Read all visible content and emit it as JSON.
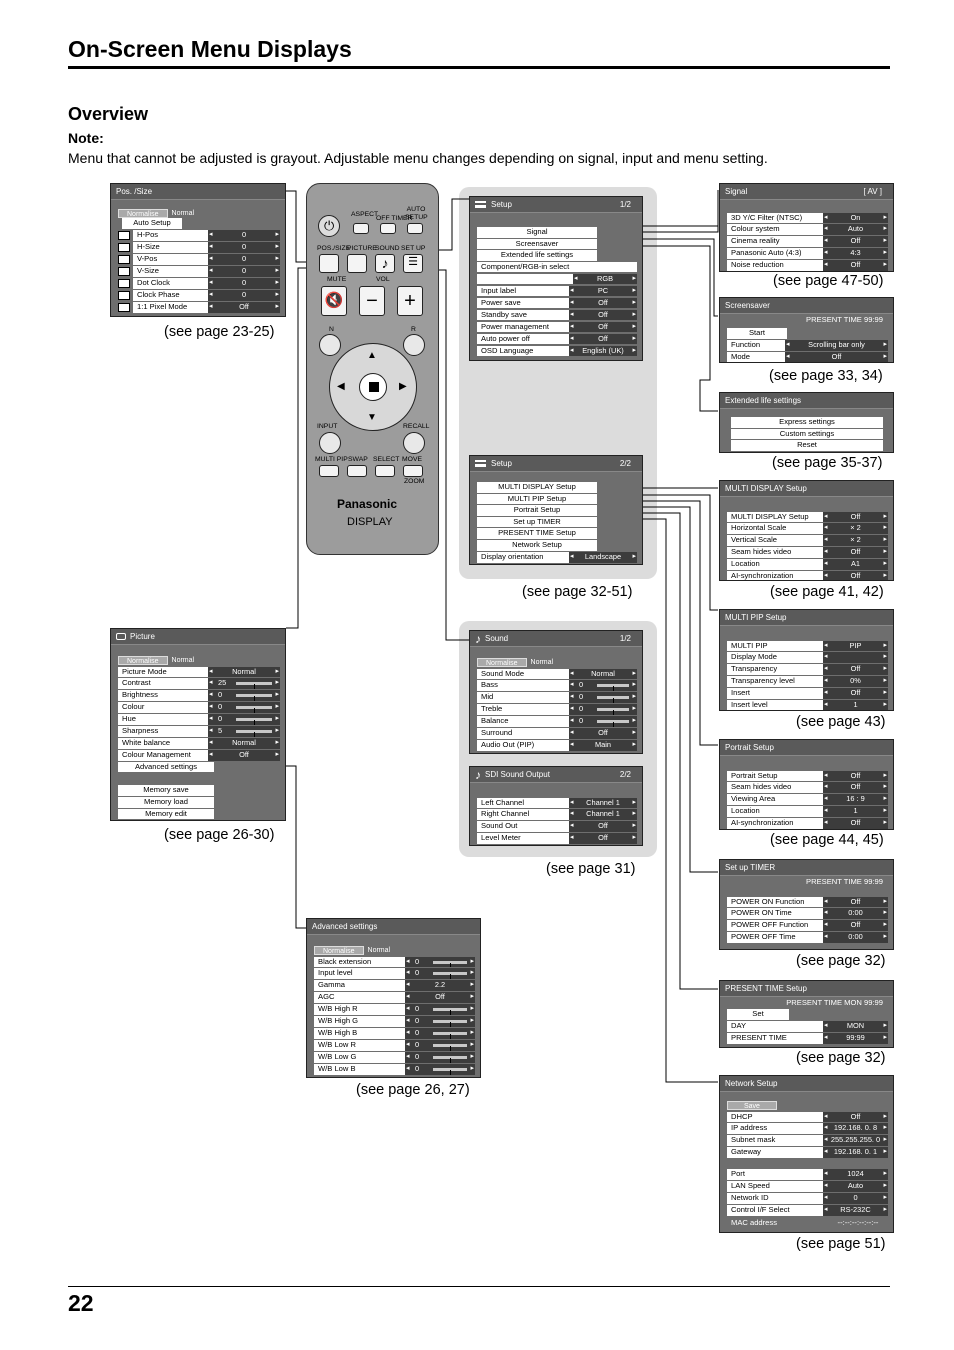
{
  "header": {
    "title": "On-Screen Menu Displays",
    "section": "Overview",
    "note_label": "Note:",
    "note_text": "Menu that cannot be adjusted is grayout. Adjustable menu changes depending on signal, input and menu setting.",
    "page_number": "22"
  },
  "refs": {
    "pos": "(see page 23-25)",
    "picture": "(see page 26-30)",
    "advanced": "(see page 26, 27)",
    "setup": "(see page 32-51)",
    "sound": "(see page 31)",
    "signal": "(see page 47-50)",
    "screensaver": "(see page 33, 34)",
    "extended": "(see page 35-37)",
    "multidisplay": "(see page 41, 42)",
    "multipip": "(see page 43)",
    "portrait": "(see page 44, 45)",
    "timer": "(see page 32)",
    "present": "(see page 32)",
    "network": "(see page 51)"
  },
  "remote": {
    "mute": "MUTE",
    "vol": "VOL",
    "aspect": "ASPECT",
    "offtimer": "OFF TIMER",
    "auto_setup": "AUTO SETUP",
    "possize": "POS./SIZE",
    "picture": "PICTURE",
    "sound": "SOUND",
    "setup": "SET UP",
    "n": "N",
    "r": "R",
    "input": "INPUT",
    "recall": "RECALL",
    "multipip": "MULTI PIP",
    "swap": "SWAP",
    "select": "SELECT",
    "move": "MOVE",
    "zoom": "ZOOM",
    "brand": "Panasonic",
    "display": "DISPLAY",
    "minus": "−",
    "plus": "+"
  },
  "pos": {
    "title": "Pos. /Size",
    "normalise": "Normalise",
    "normal": "Normal",
    "auto_setup": "Auto Setup",
    "rows": [
      {
        "label": "H-Pos",
        "value": "0",
        "icon": "h-pos-icon"
      },
      {
        "label": "H-Size",
        "value": "0",
        "icon": "h-size-icon"
      },
      {
        "label": "V-Pos",
        "value": "0",
        "icon": "v-pos-icon"
      },
      {
        "label": "V-Size",
        "value": "0",
        "icon": "v-size-icon"
      },
      {
        "label": "Dot Clock",
        "value": "0",
        "icon": "dot-clock-icon"
      },
      {
        "label": "Clock Phase",
        "value": "0",
        "icon": "clock-phase-icon"
      },
      {
        "label": "1:1 Pixel Mode",
        "value": "Off",
        "icon": "pixel-mode-icon"
      }
    ]
  },
  "picture": {
    "title": "Picture",
    "normalise": "Normalise",
    "normal": "Normal",
    "rows": [
      {
        "label": "Picture Mode",
        "value": "Normal",
        "bar": false
      },
      {
        "label": "Contrast",
        "value": "25",
        "bar": true
      },
      {
        "label": "Brightness",
        "value": "0",
        "bar": true
      },
      {
        "label": "Colour",
        "value": "0",
        "bar": true
      },
      {
        "label": "Hue",
        "value": "0",
        "bar": true
      },
      {
        "label": "Sharpness",
        "value": "5",
        "bar": true
      },
      {
        "label": "White balance",
        "value": "Normal",
        "bar": false
      },
      {
        "label": "Colour Management",
        "value": "Off",
        "bar": false
      }
    ],
    "advanced": "Advanced settings",
    "mem": [
      "Memory save",
      "Memory load",
      "Memory edit"
    ]
  },
  "advanced": {
    "title": "Advanced settings",
    "normalise": "Normalise",
    "normal": "Normal",
    "rows": [
      {
        "label": "Black extension",
        "value": "0",
        "bar": true
      },
      {
        "label": "Input level",
        "value": "0",
        "bar": true
      },
      {
        "label": "Gamma",
        "value": "2.2",
        "bar": false
      },
      {
        "label": "AGC",
        "value": "Off",
        "bar": false
      },
      {
        "label": "W/B High R",
        "value": "0",
        "bar": true
      },
      {
        "label": "W/B High G",
        "value": "0",
        "bar": true
      },
      {
        "label": "W/B High B",
        "value": "0",
        "bar": true
      },
      {
        "label": "W/B Low R",
        "value": "0",
        "bar": true
      },
      {
        "label": "W/B Low G",
        "value": "0",
        "bar": true
      },
      {
        "label": "W/B Low B",
        "value": "0",
        "bar": true
      }
    ]
  },
  "setup1": {
    "title": "Setup",
    "page": "1/2",
    "buttons": [
      "Signal",
      "Screensaver",
      "Extended life settings"
    ],
    "comp_label": "Component/RGB-in select",
    "comp_value": "RGB",
    "rows": [
      {
        "label": "Input label",
        "value": "PC"
      },
      {
        "label": "Power save",
        "value": "Off"
      },
      {
        "label": "Standby save",
        "value": "Off"
      },
      {
        "label": "Power management",
        "value": "Off"
      },
      {
        "label": "Auto power off",
        "value": "Off"
      },
      {
        "label": "OSD Language",
        "value": "English (UK)"
      }
    ]
  },
  "setup2": {
    "title": "Setup",
    "page": "2/2",
    "buttons": [
      "MULTI DISPLAY Setup",
      "MULTI PIP Setup",
      "Portrait Setup",
      "Set up TIMER",
      "PRESENT TIME Setup",
      "Network Setup"
    ],
    "rows": [
      {
        "label": "Display orientation",
        "value": "Landscape"
      }
    ]
  },
  "sound": {
    "title": "Sound",
    "page": "1/2",
    "normalise": "Normalise",
    "normal": "Normal",
    "rows": [
      {
        "label": "Sound Mode",
        "value": "Normal",
        "bar": false
      },
      {
        "label": "Bass",
        "value": "0",
        "bar": true
      },
      {
        "label": "Mid",
        "value": "0",
        "bar": true
      },
      {
        "label": "Treble",
        "value": "0",
        "bar": true
      },
      {
        "label": "Balance",
        "value": "0",
        "bar": true
      },
      {
        "label": "Surround",
        "value": "Off",
        "bar": false
      },
      {
        "label": "Audio Out (PIP)",
        "value": "Main",
        "bar": false
      }
    ]
  },
  "sdi": {
    "title": "SDI Sound Output",
    "page": "2/2",
    "rows": [
      {
        "label": "Left Channel",
        "value": "Channel 1"
      },
      {
        "label": "Right Channel",
        "value": "Channel 1"
      },
      {
        "label": "Sound Out",
        "value": "Off"
      },
      {
        "label": "Level Meter",
        "value": "Off"
      }
    ]
  },
  "signal": {
    "title": "Signal",
    "tag": "[ AV ]",
    "rows": [
      {
        "label": "3D Y/C Filter (NTSC)",
        "value": "On"
      },
      {
        "label": "Colour system",
        "value": "Auto"
      },
      {
        "label": "Cinema reality",
        "value": "Off"
      },
      {
        "label": "Panasonic Auto (4:3)",
        "value": "4:3"
      },
      {
        "label": "Noise reduction",
        "value": "Off"
      }
    ]
  },
  "screensaver": {
    "title": "Screensaver",
    "time": "PRESENT  TIME     99:99",
    "start": "Start",
    "rows": [
      {
        "label": "Function",
        "value": "Scrolling bar only"
      },
      {
        "label": "Mode",
        "value": "Off"
      }
    ]
  },
  "extended": {
    "title": "Extended life settings",
    "buttons": [
      "Express settings",
      "Custom settings",
      "Reset"
    ]
  },
  "multidisplay": {
    "title": "MULTI DISPLAY Setup",
    "rows": [
      {
        "label": "MULTI DISPLAY Setup",
        "value": "Off"
      },
      {
        "label": "Horizontal Scale",
        "value": "× 2"
      },
      {
        "label": "Vertical Scale",
        "value": "× 2"
      },
      {
        "label": "Seam hides video",
        "value": "Off"
      },
      {
        "label": "Location",
        "value": "A1"
      },
      {
        "label": "AI-synchronization",
        "value": "Off"
      }
    ]
  },
  "multipip": {
    "title": "MULTI PIP Setup",
    "rows": [
      {
        "label": "MULTI PIP",
        "value": "PIP"
      },
      {
        "label": "Display Mode",
        "value": ""
      },
      {
        "label": "Transparency",
        "value": "Off"
      },
      {
        "label": "Transparency level",
        "value": "0%"
      },
      {
        "label": "Insert",
        "value": "Off"
      },
      {
        "label": "Insert level",
        "value": "1"
      }
    ]
  },
  "portrait": {
    "title": "Portrait Setup",
    "rows": [
      {
        "label": "Portrait Setup",
        "value": "Off"
      },
      {
        "label": "Seam hides video",
        "value": "Off"
      },
      {
        "label": "Viewing Area",
        "value": "16 : 9"
      },
      {
        "label": "Location",
        "value": "1"
      },
      {
        "label": "AI-synchronization",
        "value": "Off"
      }
    ]
  },
  "timer": {
    "title": "Set up TIMER",
    "time": "PRESENT  TIME     99:99",
    "rows": [
      {
        "label": "POWER ON Function",
        "value": "Off"
      },
      {
        "label": "POWER ON Time",
        "value": "0:00"
      },
      {
        "label": "POWER OFF Function",
        "value": "Off"
      },
      {
        "label": "POWER OFF Time",
        "value": "0:00"
      }
    ]
  },
  "present": {
    "title": "PRESENT  TIME Setup",
    "time": "PRESENT  TIME    MON  99:99",
    "set": "Set",
    "rows": [
      {
        "label": "DAY",
        "value": "MON"
      },
      {
        "label": "PRESENT  TIME",
        "value": "99:99"
      }
    ]
  },
  "network": {
    "title": "Network Setup",
    "save": "Save",
    "rows1": [
      {
        "label": "DHCP",
        "value": "Off"
      },
      {
        "label": "IP address",
        "value": "192.168.   0.   8"
      },
      {
        "label": "Subnet mask",
        "value": "255.255.255.   0"
      },
      {
        "label": "Gateway",
        "value": "192.168.   0.   1"
      }
    ],
    "rows2": [
      {
        "label": "Port",
        "value": "1024"
      },
      {
        "label": "LAN Speed",
        "value": "Auto"
      },
      {
        "label": "Network ID",
        "value": "0"
      },
      {
        "label": "Control I/F Select",
        "value": "RS-232C"
      }
    ],
    "mac_label": "MAC address",
    "mac_value": "--:--:--:--:--:--"
  }
}
